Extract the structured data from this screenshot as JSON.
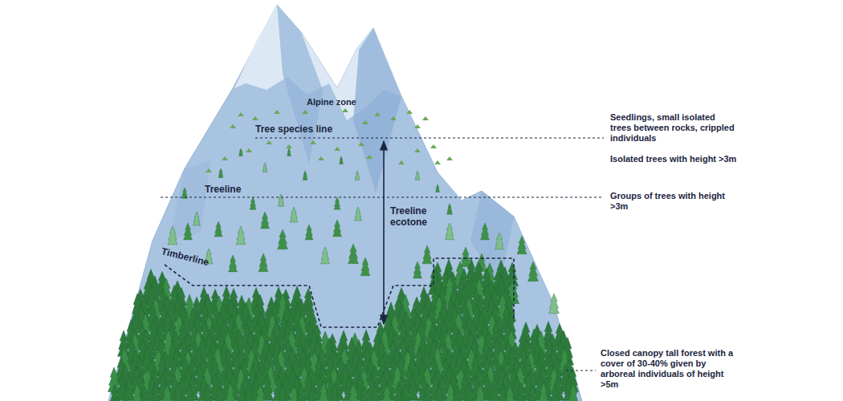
{
  "diagram": {
    "labels": [
      "Alpine zone",
      "Tree species line",
      "Treeline",
      "Timberline",
      "Treeline ecotone",
      "Seedlings, small isolated trees between rocks, crippled individuals",
      "Isolated trees with height >3m",
      "Groups of trees with height >3m",
      "Closed canopy tall forest with a cover of 30-40% given by arboreal individuals of height >5m"
    ]
  }
}
